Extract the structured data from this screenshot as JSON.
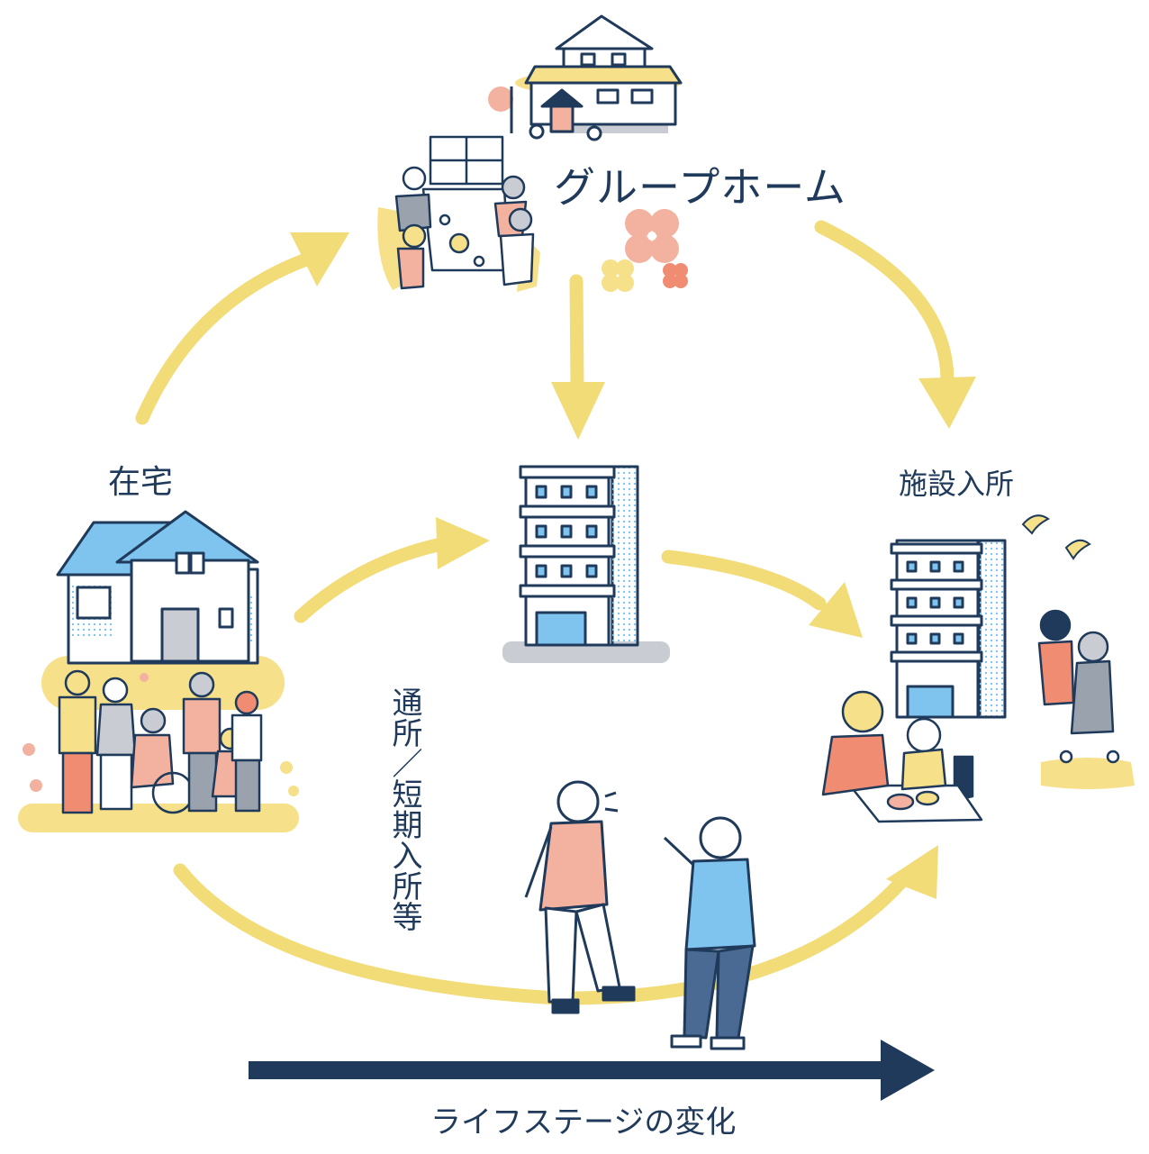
{
  "labels": {
    "group_home": "グループホーム",
    "home": "在宅",
    "facility": "施設入所",
    "day_service": "通所／短期入所等",
    "life_stage": "ライフステージの変化"
  },
  "colors": {
    "arrow_yellow": "#f2dc78",
    "navy": "#1f3a5a",
    "sky_blue": "#7fc4ee",
    "salmon": "#f3b2a0",
    "gray": "#c9ccd2",
    "yellow_fill": "#f6e08a"
  }
}
